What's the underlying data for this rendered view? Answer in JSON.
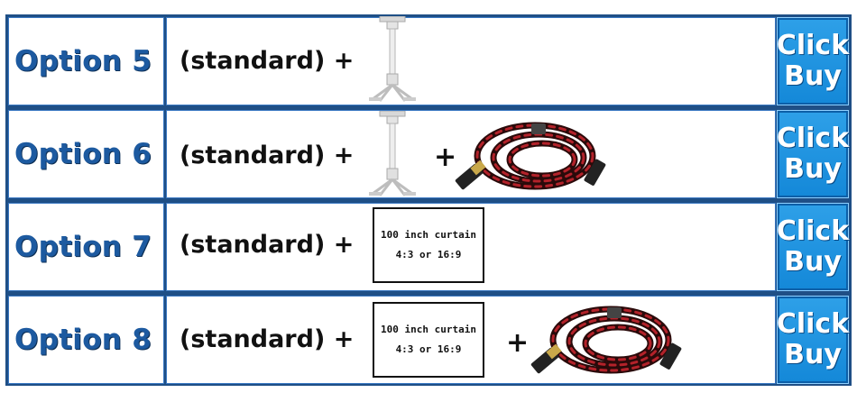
{
  "options": [
    {
      "label": "Option 5",
      "main": "(standard) +",
      "accessories": [
        "ceiling-mount"
      ]
    },
    {
      "label": "Option 6",
      "main": "(standard) +",
      "plus2": "+",
      "accessories": [
        "ceiling-mount",
        "hdmi-cable"
      ]
    },
    {
      "label": "Option 7",
      "main": "(standard) +",
      "curtain_line1": "100 inch curtain",
      "curtain_line2": "4:3 or 16:9",
      "accessories": [
        "curtain"
      ]
    },
    {
      "label": "Option 8",
      "main": "(standard) +",
      "curtain_line1": "100 inch curtain",
      "curtain_line2": "4:3 or 16:9",
      "plus2": "+",
      "accessories": [
        "curtain",
        "hdmi-cable"
      ]
    }
  ],
  "buy_button": {
    "line1": "Click",
    "line2": "Buy"
  },
  "colors": {
    "frame": "#1f4f86",
    "option_text": "#1d5aa0",
    "button": "#1e90dc"
  }
}
